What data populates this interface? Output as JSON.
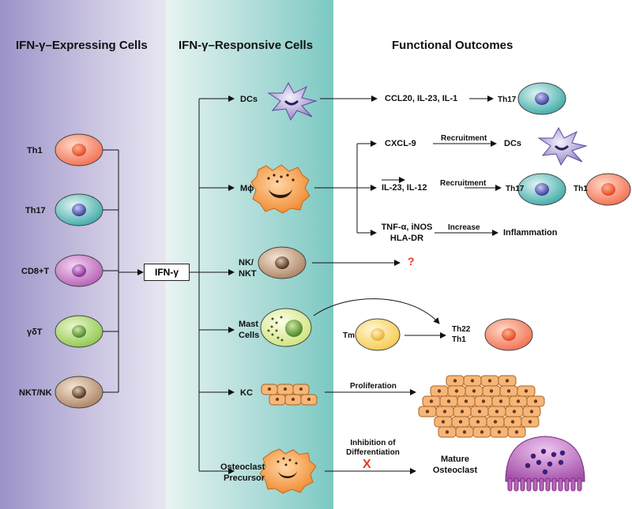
{
  "headers": {
    "expressing": "IFN-γ–Expressing Cells",
    "responsive": "IFN-γ–Responsive Cells",
    "outcomes": "Functional Outcomes"
  },
  "expressing_cells": [
    {
      "label": "Th1",
      "color": "#f26d4f"
    },
    {
      "label": "Th17",
      "color": "#5a63b8"
    },
    {
      "label": "CD8+T",
      "color": "#9b4fa8"
    },
    {
      "label": "γδT",
      "color": "#8bc64a"
    },
    {
      "label": "NKT/NK",
      "color": "#8e6a52"
    }
  ],
  "center": {
    "label": "IFN-γ"
  },
  "responsive_cells": {
    "dcs": "DCs",
    "mphi": "Mϕ",
    "nk_line1": "NK/",
    "nk_line2": "NKT",
    "mast_line1": "Mast",
    "mast_line2": "Cells",
    "kc": "KC",
    "osteo_line1": "Osteoclast",
    "osteo_line2": "Precursor"
  },
  "outcomes": {
    "ccl": "CCL20, IL-23, IL-1",
    "th17_a": "Th17",
    "cxcl": "CXCL-9",
    "recruitment_1": "Recruitment",
    "dcs_out": "DCs",
    "il23": "IL-23, IL-12",
    "recruitment_2": "Recruitment",
    "th17_b": "Th17",
    "th1_b": "Th1",
    "tnf_line1": "TNF-α, iNOS",
    "tnf_line2": "HLA-DR",
    "increase": "Increase",
    "inflammation": "Inflammation",
    "question": "?",
    "tm": "Tm",
    "th22": "Th22",
    "th1_c": "Th1",
    "proliferation": "Proliferation",
    "inhibition_line1": "Inhibition of",
    "inhibition_line2": "Differentiation",
    "block_mark": "X",
    "mature_line1": "Mature",
    "mature_line2": "Osteoclast"
  },
  "colors": {
    "left_panel": "#c9c3e0",
    "middle_panel": "#7cc8c3",
    "th1": "#f26d4f",
    "th17": "#5a63b8",
    "macrophage": "#f39a4a",
    "dc": "#8e7cc3",
    "nk": "#8e6a52",
    "mast": "#cde37a",
    "kc": "#f6b67a",
    "osteoclast": "#b565b8",
    "tm": "#f6c94a",
    "inhibition": "#e23b2e"
  }
}
